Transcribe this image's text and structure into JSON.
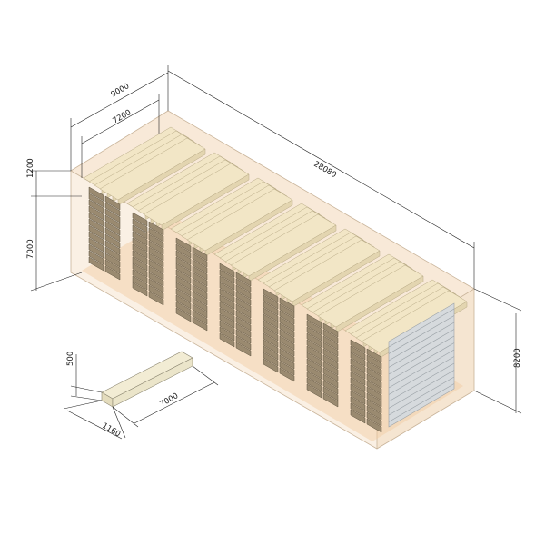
{
  "dimensions": {
    "container_length": "28080",
    "container_outer_width": "9000",
    "container_inner_width": "7200",
    "container_height": "8200",
    "top_clearance": "1200",
    "stack_height": "7000",
    "slab_thickness": "500",
    "slab_length": "7000",
    "slab_width": "1160"
  },
  "colors": {
    "container_tint": "#f4dfc6",
    "slab_top": "#f2e6c6",
    "brick_face": "#9a8a70",
    "door_panel": "#cfd4d8"
  }
}
